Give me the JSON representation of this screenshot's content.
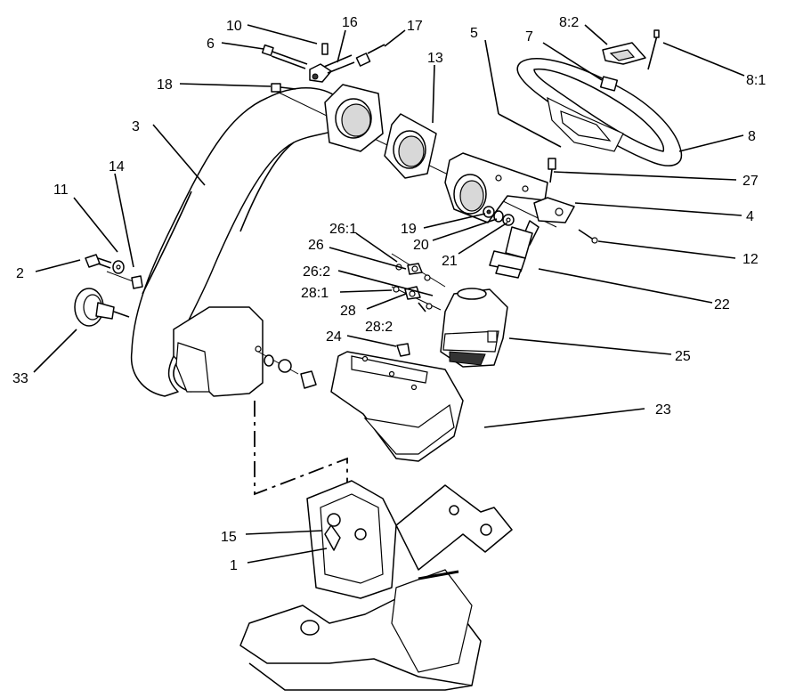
{
  "callouts": [
    {
      "id": "c10",
      "text": "10"
    },
    {
      "id": "c16",
      "text": "16"
    },
    {
      "id": "c17",
      "text": "17"
    },
    {
      "id": "c6",
      "text": "6"
    },
    {
      "id": "c18",
      "text": "18"
    },
    {
      "id": "c13",
      "text": "13"
    },
    {
      "id": "c5",
      "text": "5"
    },
    {
      "id": "c7",
      "text": "7"
    },
    {
      "id": "c82",
      "text": "8:2"
    },
    {
      "id": "c81",
      "text": "8:1"
    },
    {
      "id": "c8",
      "text": "8"
    },
    {
      "id": "c3",
      "text": "3"
    },
    {
      "id": "c27",
      "text": "27"
    },
    {
      "id": "c4",
      "text": "4"
    },
    {
      "id": "c11",
      "text": "11"
    },
    {
      "id": "c14",
      "text": "14"
    },
    {
      "id": "c19",
      "text": "19"
    },
    {
      "id": "c261",
      "text": "26:1"
    },
    {
      "id": "c20",
      "text": "20"
    },
    {
      "id": "c26",
      "text": "26"
    },
    {
      "id": "c21",
      "text": "21"
    },
    {
      "id": "c12",
      "text": "12"
    },
    {
      "id": "c2",
      "text": "2"
    },
    {
      "id": "c262",
      "text": "26:2"
    },
    {
      "id": "c281",
      "text": "28:1"
    },
    {
      "id": "c22",
      "text": "22"
    },
    {
      "id": "c28",
      "text": "28"
    },
    {
      "id": "c282",
      "text": "28:2"
    },
    {
      "id": "c33",
      "text": "33"
    },
    {
      "id": "c24",
      "text": "24"
    },
    {
      "id": "c25",
      "text": "25"
    },
    {
      "id": "c23",
      "text": "23"
    },
    {
      "id": "c15",
      "text": "15"
    },
    {
      "id": "c1",
      "text": "1"
    }
  ]
}
